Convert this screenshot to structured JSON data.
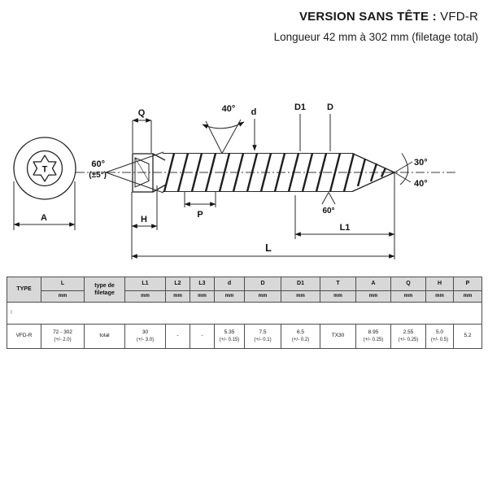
{
  "header": {
    "title_bold": "VERSION SANS TÊTE",
    "title_sep": " : ",
    "title_code": "VFD-R",
    "subtitle": "Longueur 42 mm à 302 mm (filetage total)"
  },
  "diagram": {
    "front_view": {
      "socket_label": "T",
      "dim_a": "A",
      "head_angle": "60°",
      "head_angle_tol": "(±5°)"
    },
    "side_view": {
      "dim_q": "Q",
      "thread_angle": "40°",
      "dim_d": "d",
      "dim_d1": "D1",
      "dim_big_d": "D",
      "tip_angle_top": "30°",
      "tip_angle_bottom": "40°",
      "root_angle": "60°",
      "dim_l1": "L1",
      "dim_l": "L",
      "dim_h": "H",
      "dim_p": "P"
    }
  },
  "table": {
    "columns": [
      {
        "label": "TYPE",
        "unit": ""
      },
      {
        "label": "L",
        "unit": "mm"
      },
      {
        "label": "type de filetage",
        "unit": ""
      },
      {
        "label": "L1",
        "unit": "mm"
      },
      {
        "label": "L2",
        "unit": "mm"
      },
      {
        "label": "L3",
        "unit": "mm"
      },
      {
        "label": "d",
        "unit": "mm"
      },
      {
        "label": "D",
        "unit": "mm"
      },
      {
        "label": "D1",
        "unit": "mm"
      },
      {
        "label": "T",
        "unit": "mm"
      },
      {
        "label": "A",
        "unit": "mm"
      },
      {
        "label": "Q",
        "unit": "mm"
      },
      {
        "label": "H",
        "unit": "mm"
      },
      {
        "label": "P",
        "unit": "mm"
      }
    ],
    "spacer_mark": "I",
    "row": {
      "cells": [
        {
          "v": "VFD-R",
          "tol": ""
        },
        {
          "v": "72 - 302",
          "tol": "(+/- 2.0)"
        },
        {
          "v": "total",
          "tol": ""
        },
        {
          "v": "30",
          "tol": "(+/- 3.0)"
        },
        {
          "v": "-",
          "tol": ""
        },
        {
          "v": "-",
          "tol": ""
        },
        {
          "v": "5.35",
          "tol": "(+/- 0.15)"
        },
        {
          "v": "7.5",
          "tol": "(+/- 0.1)"
        },
        {
          "v": "6.5",
          "tol": "(+/- 0.2)"
        },
        {
          "v": "TX30",
          "tol": ""
        },
        {
          "v": "8.95",
          "tol": "(+/- 0.25)"
        },
        {
          "v": "2.55",
          "tol": "(+/- 0.25)"
        },
        {
          "v": "5.0",
          "tol": "(+/- 0.5)"
        },
        {
          "v": "5.2",
          "tol": ""
        }
      ]
    }
  }
}
